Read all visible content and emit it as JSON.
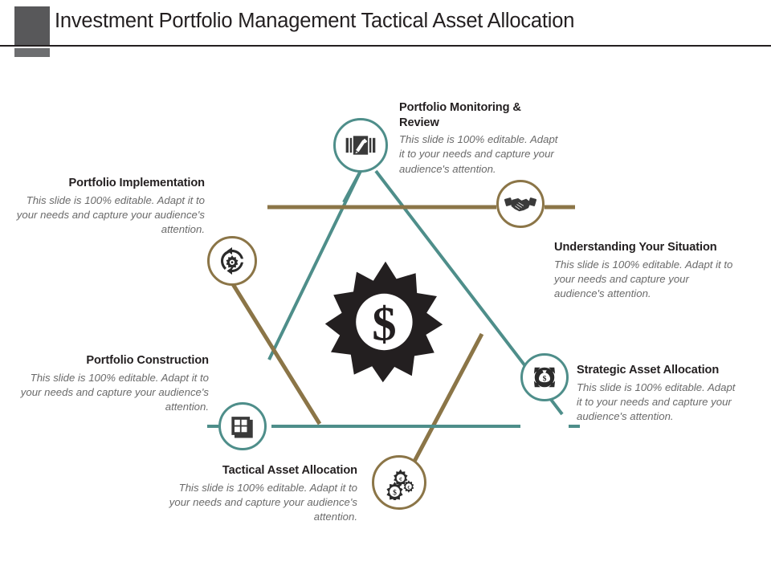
{
  "header": {
    "title": "Investment Portfolio Management Tactical Asset Allocation",
    "accent_bar_color": "#58585a",
    "rule_color": "#231f20"
  },
  "theme": {
    "teal": "#4e8e8a",
    "gold": "#8b7547",
    "dark": "#231f20",
    "body_text": "#6a6a6a",
    "background": "#ffffff"
  },
  "center": {
    "icon": "gear-dollar-icon",
    "color": "#231f20"
  },
  "body_text_shared": "This slide is 100% editable. Adapt it to your needs and capture your audience's attention.",
  "nodes": [
    {
      "id": "portfolio-monitoring-review",
      "title": "Portfolio Monitoring & Review",
      "body": "This slide is 100% editable. Adapt it to your needs and capture your audience's attention.",
      "icon": "drafting-tools-icon",
      "ring_color": "#4e8e8a",
      "position": "top"
    },
    {
      "id": "understanding-your-situation",
      "title": "Understanding Your Situation",
      "body": "This slide is 100% editable. Adapt it to your needs and capture your audience's attention.",
      "icon": "handshake-icon",
      "ring_color": "#8b7547",
      "position": "top-right"
    },
    {
      "id": "strategic-asset-allocation",
      "title": "Strategic Asset Allocation",
      "body": "This slide is 100% editable. Adapt it to your needs and capture your audience's attention.",
      "icon": "money-bag-arrows-icon",
      "ring_color": "#4e8e8a",
      "position": "bottom-right"
    },
    {
      "id": "tactical-asset-allocation",
      "title": "Tactical Asset Allocation",
      "body": "This slide is 100% editable. Adapt it to your needs and capture your audience's attention.",
      "icon": "gears-currency-icon",
      "ring_color": "#8b7547",
      "position": "bottom"
    },
    {
      "id": "portfolio-construction",
      "title": "Portfolio Construction",
      "body": "This slide is 100% editable. Adapt it to your needs and capture your audience's attention.",
      "icon": "layered-window-icon",
      "ring_color": "#4e8e8a",
      "position": "bottom-left"
    },
    {
      "id": "portfolio-implementation",
      "title": "Portfolio Implementation",
      "body": "This slide is 100% editable. Adapt it to your needs and capture your audience's attention.",
      "icon": "cycle-gear-icon",
      "ring_color": "#8b7547",
      "position": "top-left"
    }
  ]
}
